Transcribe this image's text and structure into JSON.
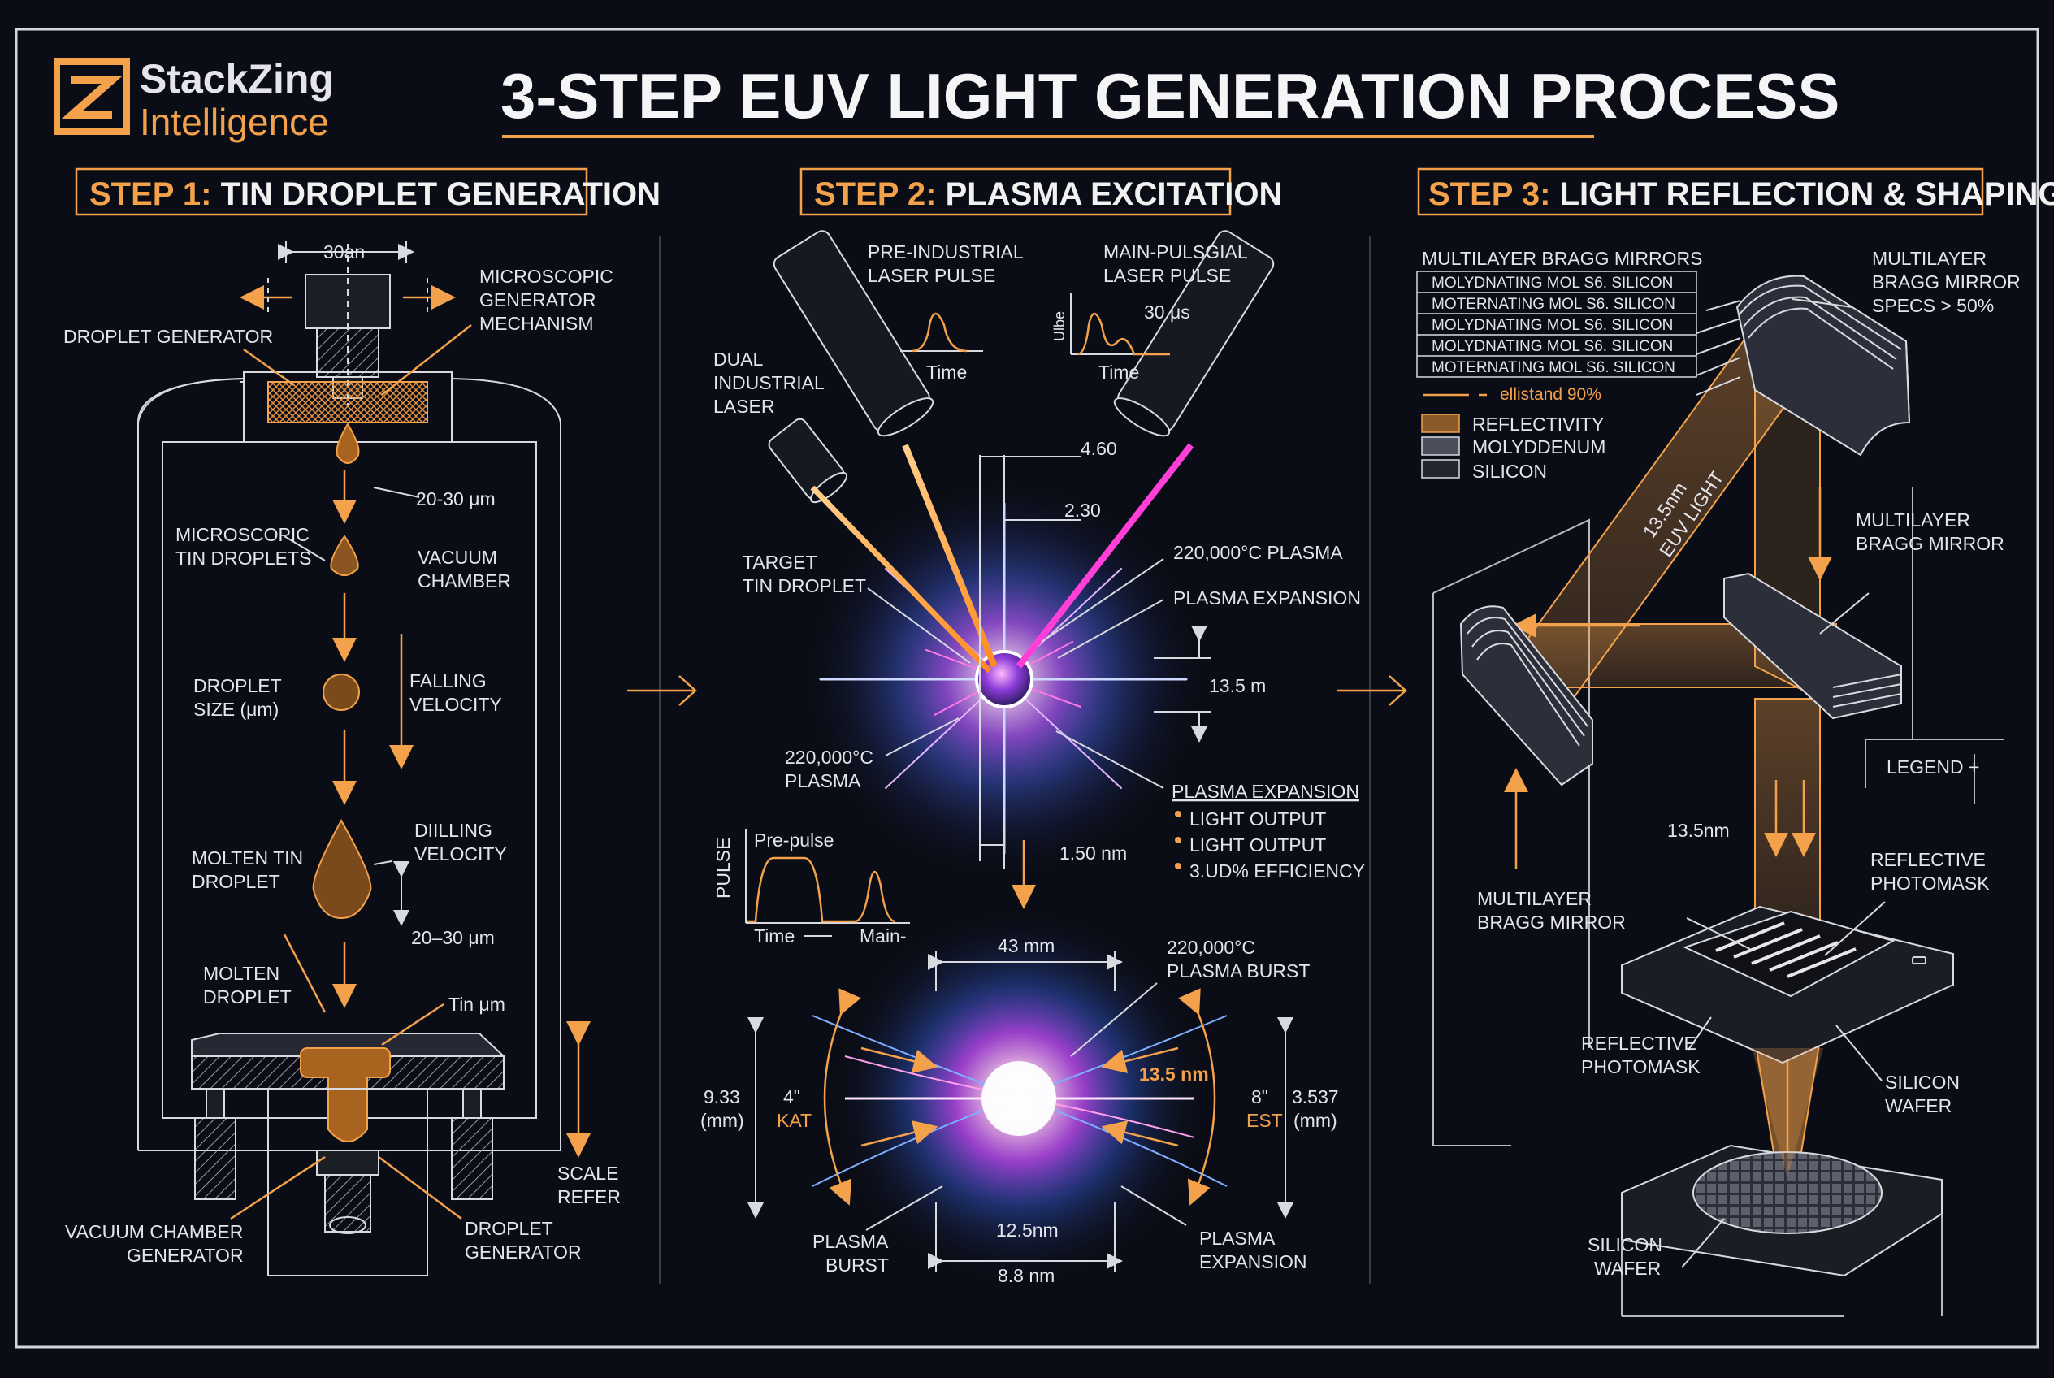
{
  "brand": {
    "name": "StackZing",
    "subtitle": "Intelligence",
    "accent": "#f3a14a"
  },
  "title": "3-STEP EUV LIGHT GENERATION PROCESS",
  "steps": [
    {
      "num": "STEP 1:",
      "name": "TIN DROPLET GENERATION"
    },
    {
      "num": "STEP 2:",
      "name": "PLASMA EXCITATION"
    },
    {
      "num": "STEP 3:",
      "name": "LIGHT REFLECTION & SHAPING"
    }
  ],
  "step1": {
    "dim_top": "30an",
    "droplet_generator": "DROPLET GENERATOR",
    "mechanism": [
      "MICROSCOPIC",
      "GENERATOR",
      "MECHANISM"
    ],
    "size1": "20-30 μm",
    "tin_droplets": [
      "MICROSCOPIC",
      "TIN DROPLETS"
    ],
    "vacuum": [
      "VACUUM",
      "CHAMBER"
    ],
    "droplet_size": [
      "DROPLET",
      "SIZE (μm)"
    ],
    "falling": [
      "FALLING",
      "VELOCITY"
    ],
    "molten_tin": [
      "MOLTEN TIN",
      "DROPLET"
    ],
    "dilling": [
      "DIILLING",
      "VELOCITY"
    ],
    "size2": "20–30 μm",
    "molten_droplet": [
      "MOLTEN",
      "DROPLET"
    ],
    "tin_um": "Tin μm",
    "scale": [
      "SCALE",
      "REFER"
    ],
    "vac_gen": [
      "VACUUM CHAMBER",
      "GENERATOR"
    ],
    "drop_gen2": [
      "DROPLET",
      "GENERATOR"
    ]
  },
  "step2": {
    "pre_laser": [
      "PRE-INDUSTRIAL",
      "LASER PULSE"
    ],
    "main_laser": [
      "MAIN-PULSGIAL",
      "LASER PULSE"
    ],
    "dual": [
      "DUAL",
      "INDUSTRIAL",
      "LASER"
    ],
    "time1": "Time",
    "time2": "Time",
    "axis_label": "Ulbe",
    "mus": "30 μs",
    "d460": "4.60",
    "d230": "2.30",
    "target": [
      "TARGET",
      "TIN DROPLET"
    ],
    "plasma_temp": "220,000°C PLASMA",
    "plasma_exp": "PLASMA EXPANSION",
    "d135m": "13.5 m",
    "plasma_temp2": [
      "220,000°C",
      "PLASMA"
    ],
    "plasma_exp2": "PLASMA EXPANSION",
    "bullets": [
      "LIGHT OUTPUT",
      "LIGHT OUTPUT",
      "3.UD% EFFICIENCY"
    ],
    "d150": "1.50 nm",
    "pulse_label": "PULSE",
    "prepulse": "Pre-pulse",
    "time3": "Time",
    "main3": "Main-",
    "d43": "43 mm",
    "burst_temp": [
      "220,000°C",
      "PLASMA BURST"
    ],
    "d933": [
      "9.33",
      "(mm)"
    ],
    "kat": [
      "4\"",
      "KAT"
    ],
    "d135nm": "13.5 nm",
    "est": [
      "8\"",
      "EST"
    ],
    "d3537": [
      "3.537",
      "(mm)"
    ],
    "d125": "12.5nm",
    "burst": [
      "PLASMA",
      "BURST"
    ],
    "expansion": [
      "PLASMA",
      "EXPANSION"
    ],
    "d88": "8.8 nm"
  },
  "step3": {
    "stack_title": "MULTILAYER BRAGG MIRRORS",
    "layers": [
      "MOLYDNATING MOL S6. SILICON",
      "MOTERNATING MOL S6. SILICON",
      "MOLYDNATING MOL S6. SILICON",
      "MOLYDNATING MOL S6. SILICON",
      "MOTERNATING MOL S6. SILICON"
    ],
    "ellistand": "ellistand 90%",
    "legend_items": [
      {
        "label": "REFLECTIVITY",
        "color": "#8a5a2b"
      },
      {
        "label": "MOLYDDENUM",
        "color": "#4b4f5c"
      },
      {
        "label": "SILICON",
        "color": "#23262f"
      }
    ],
    "specs": [
      "MULTILAYER",
      "BRAGG MIRROR",
      "SPECS > 50%"
    ],
    "euv": [
      "13.5nm",
      "EUV LIGHT"
    ],
    "mirror_r": [
      "MULTILAYER",
      "BRAGG MIRROR"
    ],
    "legend": "LEGEND +",
    "nm135": "13.5nm",
    "mirror_l": [
      "MULTILAYER",
      "BRAGG MIRROR"
    ],
    "photomask_r": [
      "REFLECTIVE",
      "PHOTOMASK"
    ],
    "photomask_l": [
      "REFLECTIVE",
      "PHOTOMASK"
    ],
    "wafer_r": [
      "SILICON",
      "WAFER"
    ],
    "wafer_l": [
      "SILICON",
      "WAFER"
    ]
  }
}
